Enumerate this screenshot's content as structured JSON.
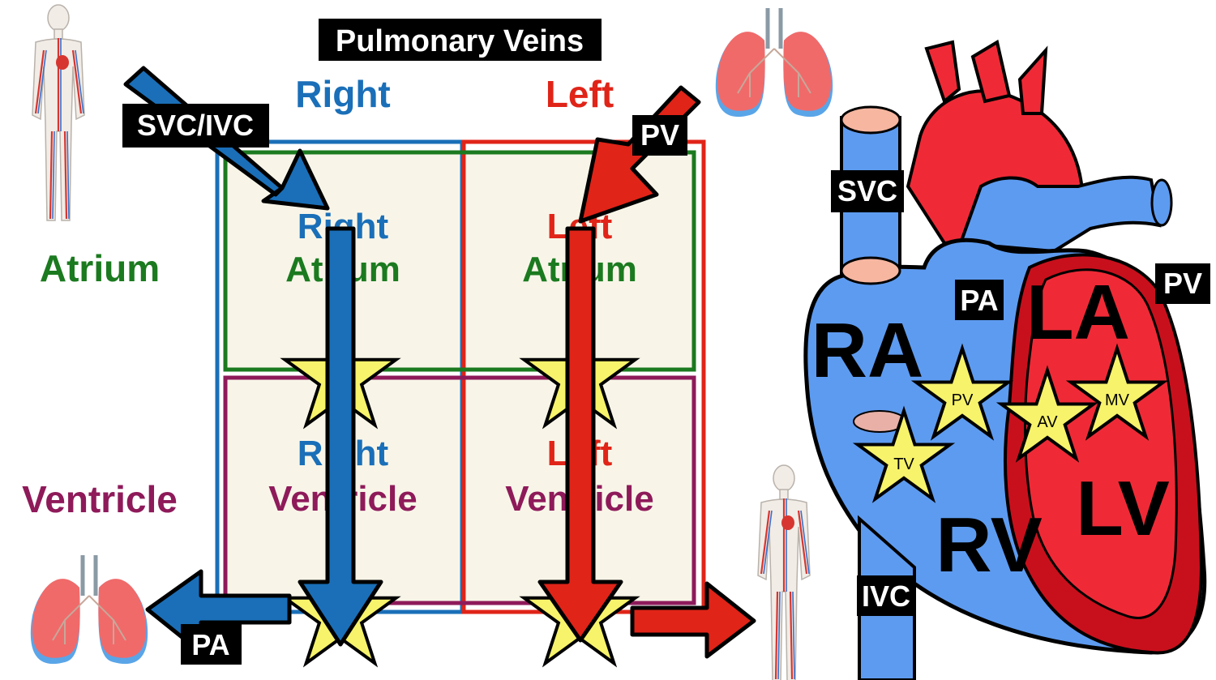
{
  "title": "Pulmonary Veins",
  "columns": {
    "right": "Right",
    "left": "Left"
  },
  "rows": {
    "atrium": "Atrium",
    "ventricle": "Ventricle"
  },
  "cells": {
    "ra_line1": "Right",
    "ra_line2": "Atrium",
    "la_line1": "Left",
    "la_line2": "Atrium",
    "rv_line1": "Right",
    "rv_line2": "Ventricle",
    "lv_line1": "Left",
    "lv_line2": "Ventricle"
  },
  "flow_labels": {
    "systemic_in": "SVC/IVC",
    "pulmonary_in": "PV",
    "pulmonary_out": "PA"
  },
  "heart": {
    "svc": "SVC",
    "ivc": "IVC",
    "pa": "PA",
    "pv": "PV",
    "ra": "RA",
    "la": "LA",
    "rv": "RV",
    "lv": "LV",
    "valves": {
      "tv": "TV",
      "pv": "PV",
      "av": "AV",
      "mv": "MV"
    }
  },
  "colors": {
    "right_blue": "#1a6fb8",
    "left_red": "#e02418",
    "atrium_green": "#1b7a1f",
    "ventricle_purple": "#8e1a5a",
    "cell_bg": "#f8f5e8",
    "star_yellow": "#f7f36b",
    "heart_blue": "#5d9bf0",
    "heart_red": "#ef2a36"
  },
  "icons": [
    "human-body-icon",
    "lungs-icon"
  ]
}
